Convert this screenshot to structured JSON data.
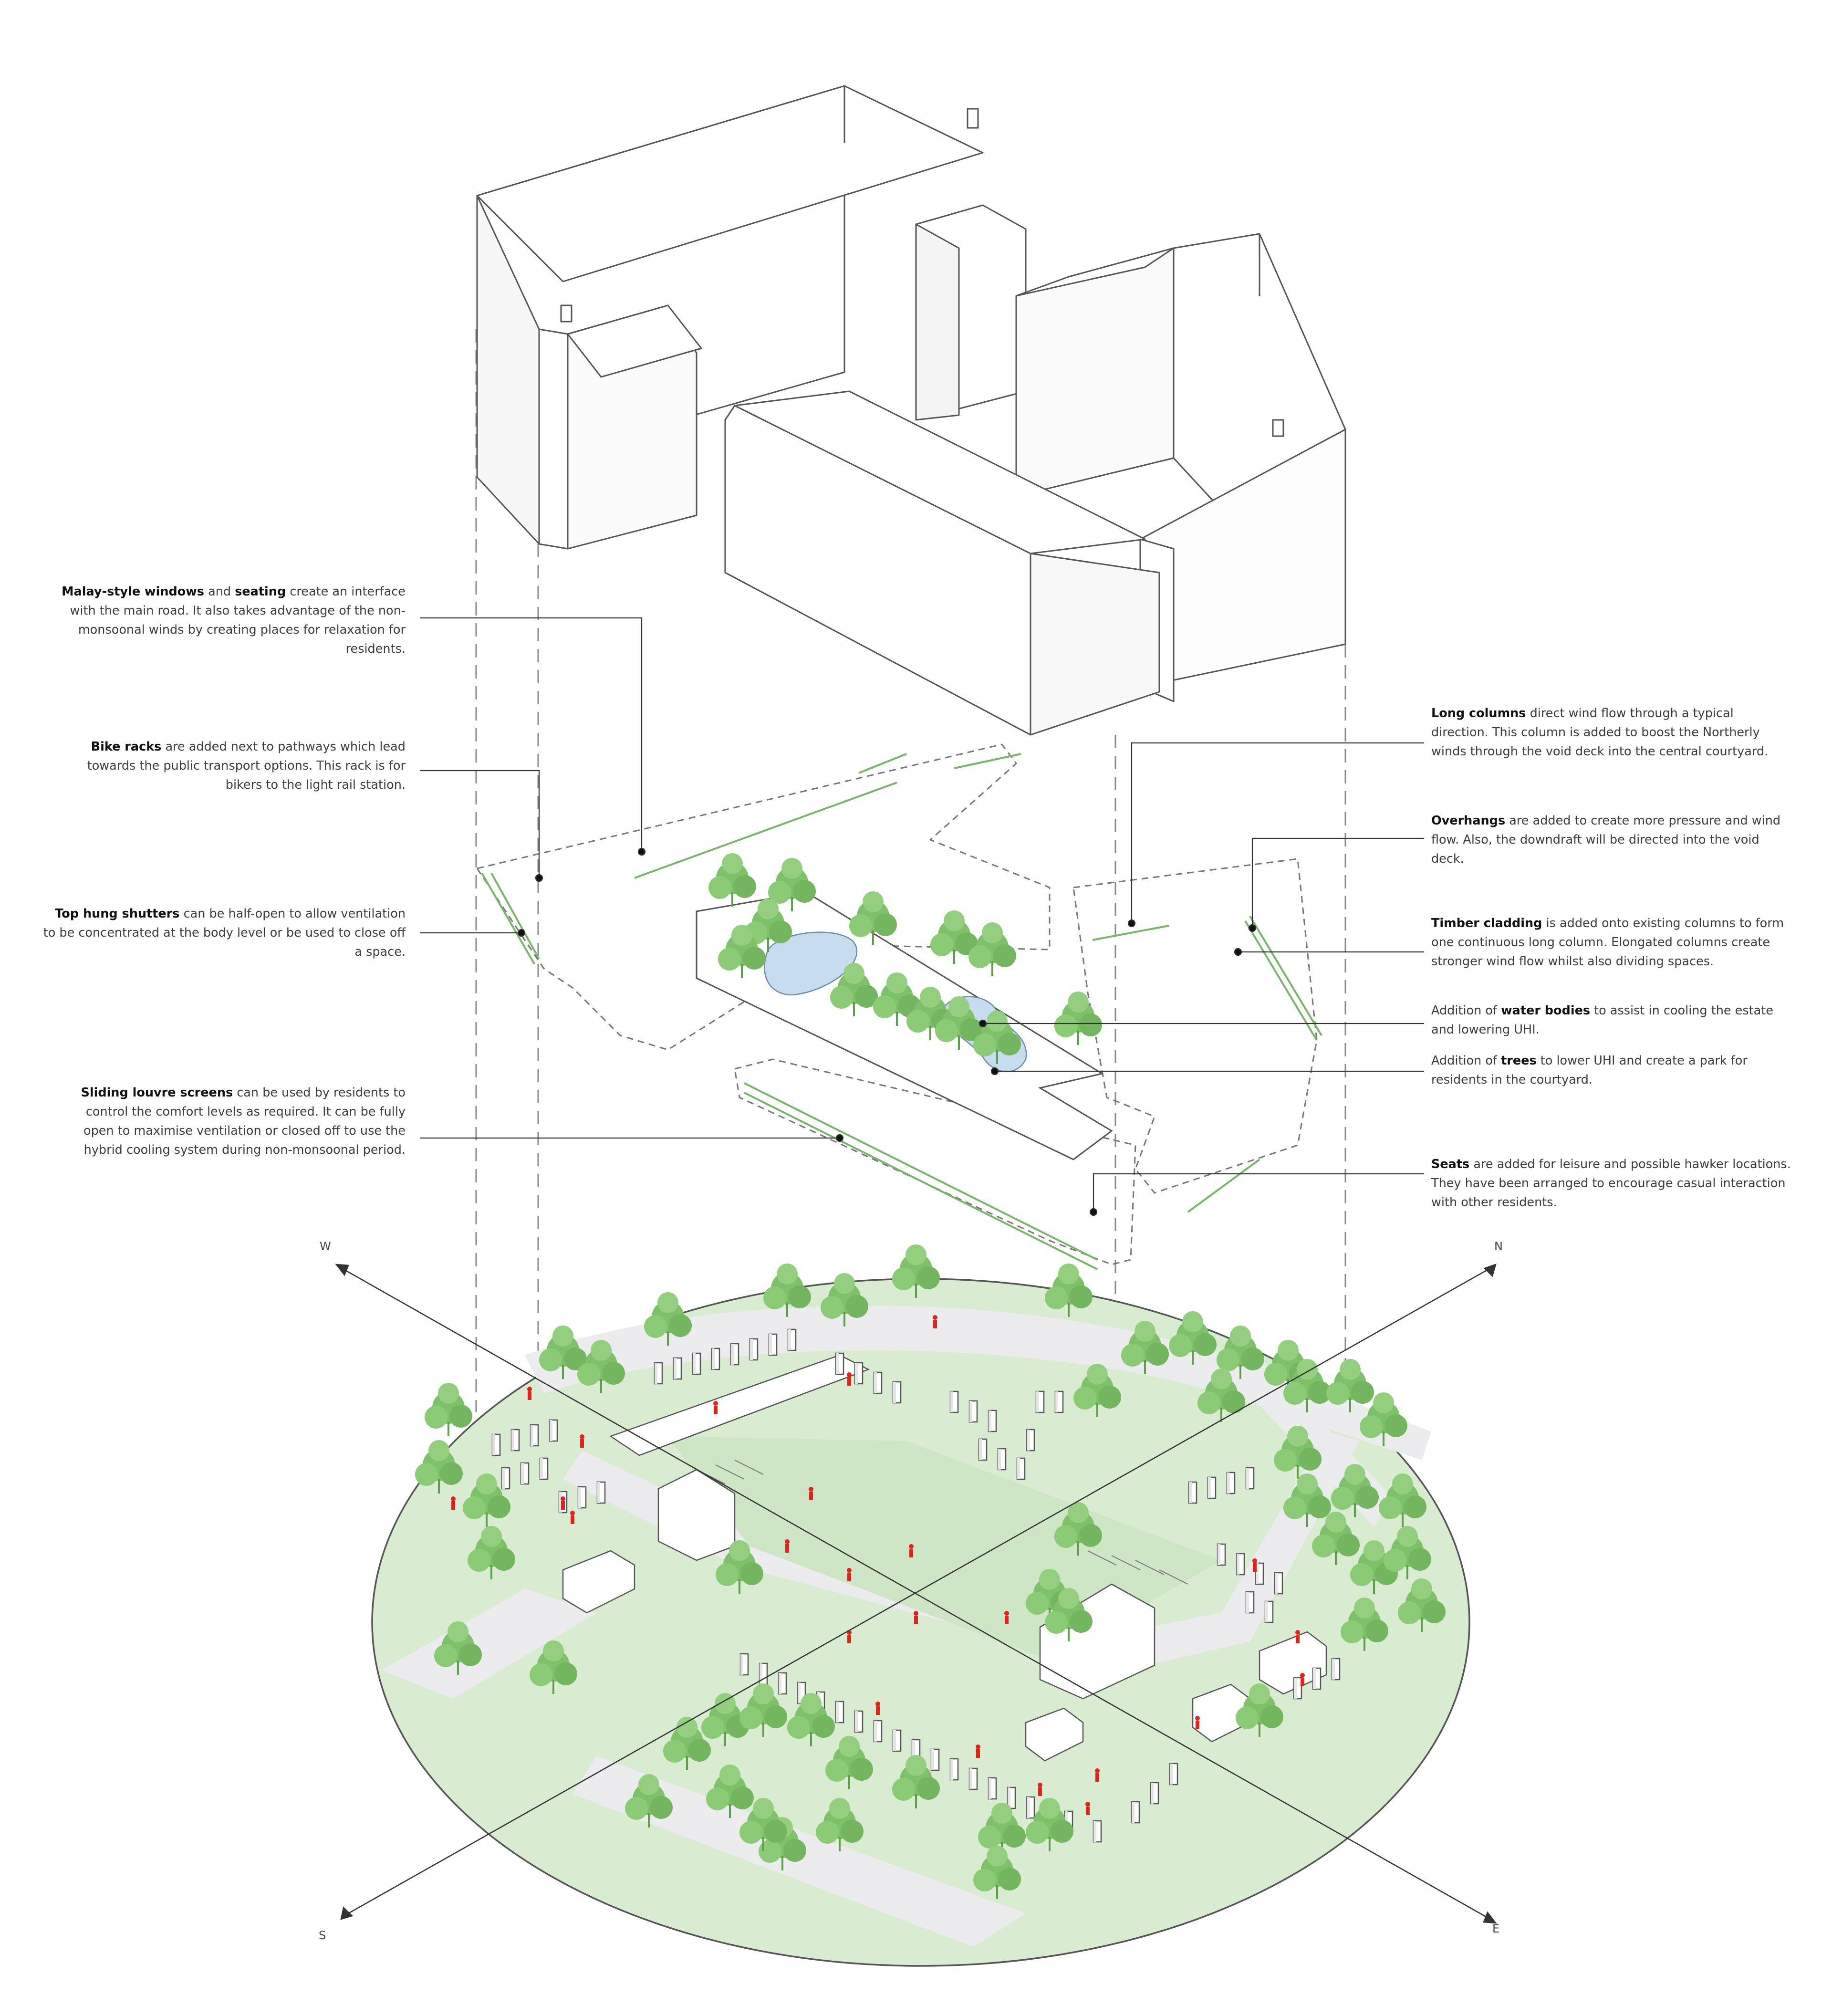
{
  "annotations_left": [
    {
      "lead": "Malay-style windows",
      "mid": " and ",
      "lead2": "seating",
      "rest": " create an interface with the main road. It also takes advantage of the non-monsoonal winds by creating places for relaxation for residents."
    },
    {
      "lead": "Bike racks",
      "rest": " are added next to pathways which lead towards the public transport options. This rack is for bikers to the light rail station."
    },
    {
      "lead": "Top hung shutters",
      "rest": " can be half-open to allow ventilation to be concentrated at the body level or be used to close off a space."
    },
    {
      "lead": "Sliding louvre screens",
      "rest": " can be used by residents to control the comfort levels as required. It can be fully open to maximise ventilation or closed off to use the hybrid cooling system during non-monsoonal period."
    }
  ],
  "annotations_right": [
    {
      "lead": "Long columns",
      "rest": " direct wind flow through a typical direction. This column is added to boost the Northerly winds through the void deck into the central courtyard."
    },
    {
      "lead": "Overhangs",
      "rest": " are added to create more pressure and wind flow. Also, the downdraft will be directed into the void deck."
    },
    {
      "lead": "Timber cladding",
      "rest": " is added onto existing columns to form one continuous long column. Elongated columns create stronger wind flow whilst also dividing spaces."
    },
    {
      "pre": "Addition of ",
      "lead": "water bodies",
      "rest": " to assist in cooling the estate and lowering UHI."
    },
    {
      "pre": "Addition of ",
      "lead": "trees",
      "rest": " to lower UHI and create a park for residents in the courtyard."
    },
    {
      "lead": "Seats",
      "rest": " are added for leisure and possible hawker locations. They have been arranged to encourage casual interaction with other residents."
    }
  ],
  "compass": {
    "w": "W",
    "n": "N",
    "s": "S",
    "e": "E"
  },
  "colors": {
    "linework": "#444444",
    "green_site": "#d9ecd2",
    "tree": "#7fc06a",
    "tree_dark": "#5d9f4b",
    "water": "#c8dcef",
    "people": "#e0231c",
    "road": "#ececef"
  }
}
